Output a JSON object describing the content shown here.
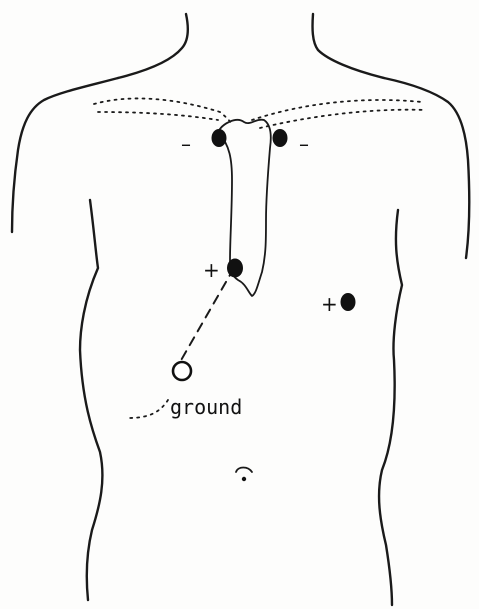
{
  "diagram": {
    "electrodes": [
      {
        "id": "neg-left",
        "sign": "–"
      },
      {
        "id": "neg-right",
        "sign": "–"
      },
      {
        "id": "pos-sternum",
        "sign": "+"
      },
      {
        "id": "pos-left-chest",
        "sign": "+"
      }
    ],
    "ground": {
      "label": "ground"
    },
    "colors": {
      "ink": "#111111",
      "paper": "#fdfdfc"
    }
  }
}
